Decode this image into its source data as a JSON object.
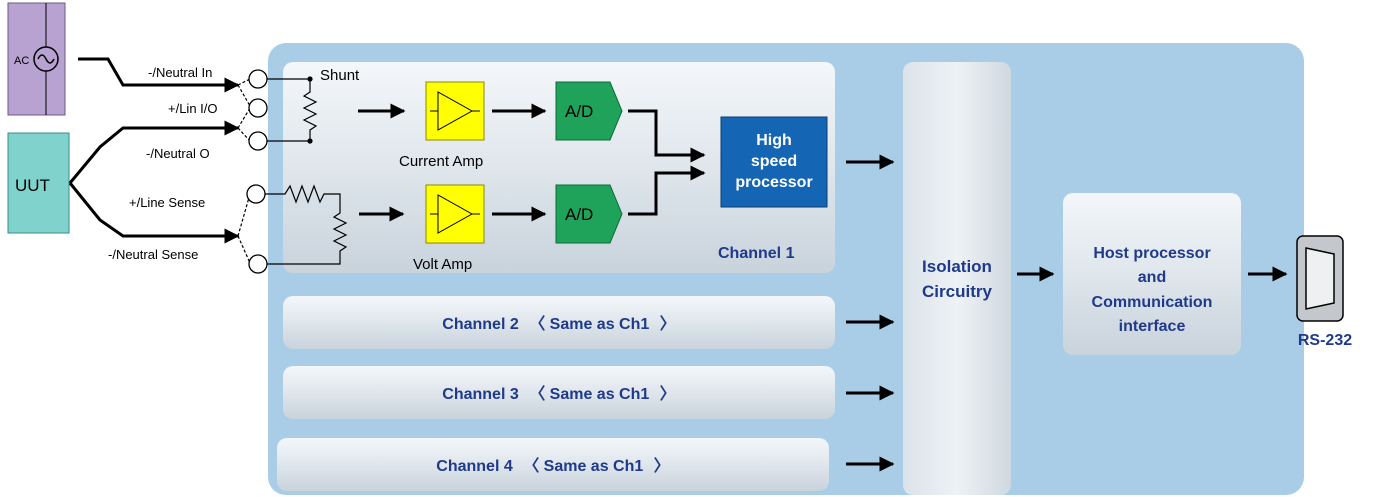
{
  "source": {
    "ac_label": "AC",
    "uut_label": "UUT"
  },
  "terminals": {
    "neutral_in": "-/Neutral In",
    "lin_io": "+/Lin I/O",
    "neutral_o": "-/Neutral O",
    "line_sense": "+/Line Sense",
    "neutral_sense": "-/Neutral Sense"
  },
  "channel1": {
    "shunt": "Shunt",
    "current_amp": "Current Amp",
    "volt_amp": "Volt Amp",
    "ad_top": "A/D",
    "ad_bottom": "A/D",
    "processor_line1": "High",
    "processor_line2": "speed",
    "processor_line3": "processor",
    "label": "Channel 1"
  },
  "channels": [
    {
      "name": "Channel 2",
      "note": "Same as Ch1"
    },
    {
      "name": "Channel 3",
      "note": "Same as Ch1"
    },
    {
      "name": "Channel 4",
      "note": "Same as Ch1"
    }
  ],
  "bracket_left": "〈",
  "bracket_right": "〉",
  "isolation": {
    "line1": "Isolation",
    "line2": "Circuitry"
  },
  "host": {
    "line1": "Host processor",
    "line2": "and",
    "line3": "Communication",
    "line4": "interface"
  },
  "port": {
    "label": "RS-232"
  },
  "colors": {
    "main_panel": "#a9cde6",
    "block_fill": "#dfe7ee",
    "amp_yellow": "#ffff00",
    "adc_green": "#1fa35a",
    "processor_blue": "#1565b5",
    "label_navy": "#1f3a8a",
    "ac_purple": "#b7a2d2",
    "uut_teal": "#7fd3cc"
  }
}
